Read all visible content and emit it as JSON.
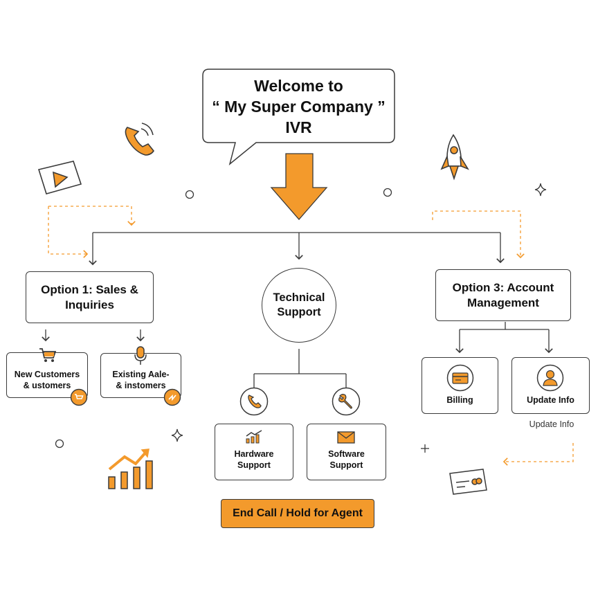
{
  "welcome": {
    "line1": "Welcome to",
    "line2": "“ My Super Company ”",
    "line3": "IVR"
  },
  "options": {
    "sales": {
      "line1": "Option 1: Sales &",
      "line2": "Inquiries"
    },
    "technical": {
      "line1": "Technical",
      "line2": "Support"
    },
    "account": {
      "line1": "Option 3: Account",
      "line2": "Management"
    }
  },
  "sales_children": {
    "new_customers": {
      "line1": "New Customers",
      "line2": "& ustomers"
    },
    "existing": {
      "line1": "Existing Aale-",
      "line2": "& instomers"
    }
  },
  "technical_children": {
    "hardware": {
      "line1": "Hardware",
      "line2": "Support"
    },
    "software": {
      "line1": "Software",
      "line2": "Support"
    }
  },
  "account_children": {
    "billing": "Billing",
    "update_info": "Update Info",
    "update_info_caption": "Update Info"
  },
  "end_button": "End Call / Hold for Agent",
  "colors": {
    "accent": "#f39a2c",
    "line": "#3a3a3a",
    "dashed": "#f39a2c"
  },
  "icons": [
    "phone-ringing-icon",
    "video-play-icon",
    "rocket-icon",
    "sparkle-icon",
    "shopping-cart-icon",
    "microphone-icon",
    "phone-icon",
    "wrench-icon",
    "growth-chart-icon",
    "mail-icon",
    "billing-card-icon",
    "user-icon",
    "bar-chart-arrow-icon",
    "credit-card-icon",
    "plus-icon"
  ]
}
